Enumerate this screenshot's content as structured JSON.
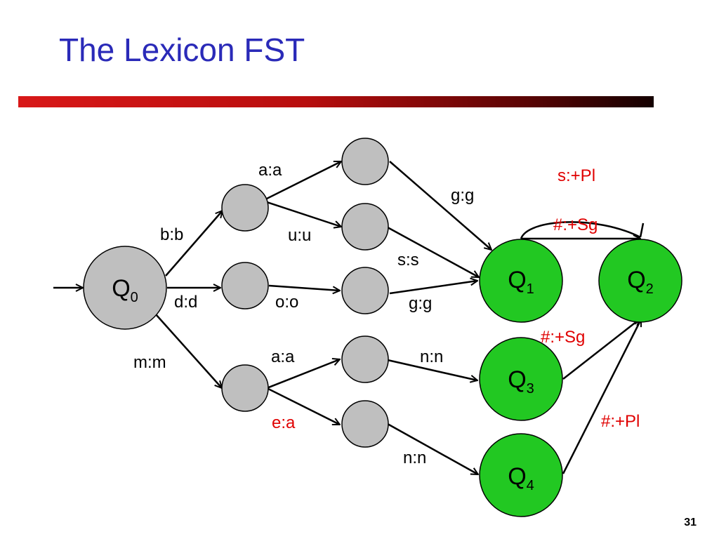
{
  "slide": {
    "title": "The Lexicon FST",
    "page_number": "31",
    "colors": {
      "title": "#2a2ab8",
      "state_plain": "#bfbfbf",
      "state_named": "#22c822",
      "label_red": "#e00000"
    }
  },
  "diagram": {
    "states": [
      {
        "id": "q0",
        "name": "Q",
        "subscript": "0"
      },
      {
        "id": "n1",
        "name": "",
        "subscript": ""
      },
      {
        "id": "n2",
        "name": "",
        "subscript": ""
      },
      {
        "id": "n3",
        "name": "",
        "subscript": ""
      },
      {
        "id": "n4",
        "name": "",
        "subscript": ""
      },
      {
        "id": "n5",
        "name": "",
        "subscript": ""
      },
      {
        "id": "n6",
        "name": "",
        "subscript": ""
      },
      {
        "id": "n7",
        "name": "",
        "subscript": ""
      },
      {
        "id": "n8",
        "name": "",
        "subscript": ""
      },
      {
        "id": "q1",
        "name": "Q",
        "subscript": "1"
      },
      {
        "id": "q2",
        "name": "Q",
        "subscript": "2"
      },
      {
        "id": "q3",
        "name": "Q",
        "subscript": "3"
      },
      {
        "id": "q4",
        "name": "Q",
        "subscript": "4"
      }
    ],
    "transitions": [
      {
        "from": "q0",
        "to": "n1",
        "label": "b:b"
      },
      {
        "from": "q0",
        "to": "n2",
        "label": "d:d"
      },
      {
        "from": "q0",
        "to": "n3",
        "label": "m:m"
      },
      {
        "from": "n1",
        "to": "n4",
        "label": "a:a"
      },
      {
        "from": "n1",
        "to": "n5",
        "label": "u:u"
      },
      {
        "from": "n2",
        "to": "n6",
        "label": "o:o"
      },
      {
        "from": "n3",
        "to": "n7",
        "label": "a:a"
      },
      {
        "from": "n3",
        "to": "n8",
        "label": "e:a"
      },
      {
        "from": "n4",
        "to": "q1",
        "label": "g:g"
      },
      {
        "from": "n5",
        "to": "q1",
        "label": "s:s"
      },
      {
        "from": "n6",
        "to": "q1",
        "label": "g:g"
      },
      {
        "from": "n7",
        "to": "q3",
        "label": "n:n"
      },
      {
        "from": "n8",
        "to": "q4",
        "label": "n:n"
      },
      {
        "from": "q1",
        "to": "q2",
        "label": "#:+Sg"
      },
      {
        "from": "q1",
        "to": "q2",
        "label": "s:+Pl"
      },
      {
        "from": "q3",
        "to": "q2",
        "label": "#:+Sg"
      },
      {
        "from": "q4",
        "to": "q2",
        "label": "#:+Pl"
      }
    ]
  }
}
